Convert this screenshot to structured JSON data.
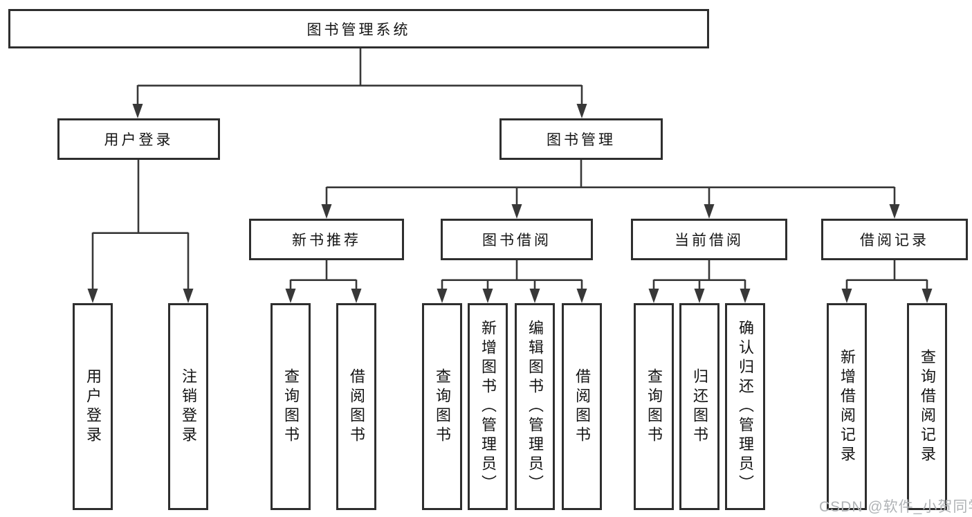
{
  "tree": {
    "root": {
      "label": "图书管理系统"
    },
    "branches": [
      {
        "label": "用户登录",
        "children": [
          {
            "label": "用户登录"
          },
          {
            "label": "注销登录"
          }
        ]
      },
      {
        "label": "图书管理",
        "children": [
          {
            "label": "新书推荐",
            "children": [
              {
                "label": "查询图书"
              },
              {
                "label": "借阅图书"
              }
            ]
          },
          {
            "label": "图书借阅",
            "children": [
              {
                "label": "查询图书"
              },
              {
                "label": "新增图书（管理员）"
              },
              {
                "label": "编辑图书（管理员）"
              },
              {
                "label": "借阅图书"
              }
            ]
          },
          {
            "label": "当前借阅",
            "children": [
              {
                "label": "查询图书"
              },
              {
                "label": "归还图书"
              },
              {
                "label": "确认归还（管理员）"
              }
            ]
          },
          {
            "label": "借阅记录",
            "children": [
              {
                "label": "新增借阅记录"
              },
              {
                "label": "查询借阅记录"
              }
            ]
          }
        ]
      }
    ]
  },
  "watermark": {
    "text": "CSDN @软件_小贺同学"
  },
  "colors": {
    "line": "#383838",
    "box_border": "#2e2e2e",
    "text": "#141414",
    "watermark": "#b0b3b6",
    "background": "#ffffff"
  }
}
